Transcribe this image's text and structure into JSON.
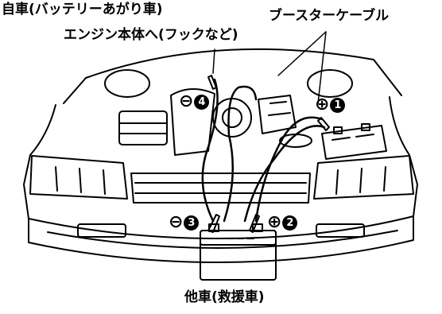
{
  "labels": {
    "own_car": "自車(バッテリーあがり車)",
    "engine_body": "エンジン本体へ(フックなど)",
    "booster_cable": "ブースターケーブル",
    "other_car": "他車(救援車)"
  },
  "terminals": [
    {
      "symbol": "⊕",
      "number": "1"
    },
    {
      "symbol": "⊕",
      "number": "2"
    },
    {
      "symbol": "⊖",
      "number": "3"
    },
    {
      "symbol": "⊖",
      "number": "4"
    }
  ],
  "icons": [
    "car-front-icon",
    "battery-icon",
    "booster-cable-icon",
    "clamp-icon",
    "engine-icon"
  ],
  "colors": {
    "line": "#000000",
    "background": "#ffffff"
  }
}
